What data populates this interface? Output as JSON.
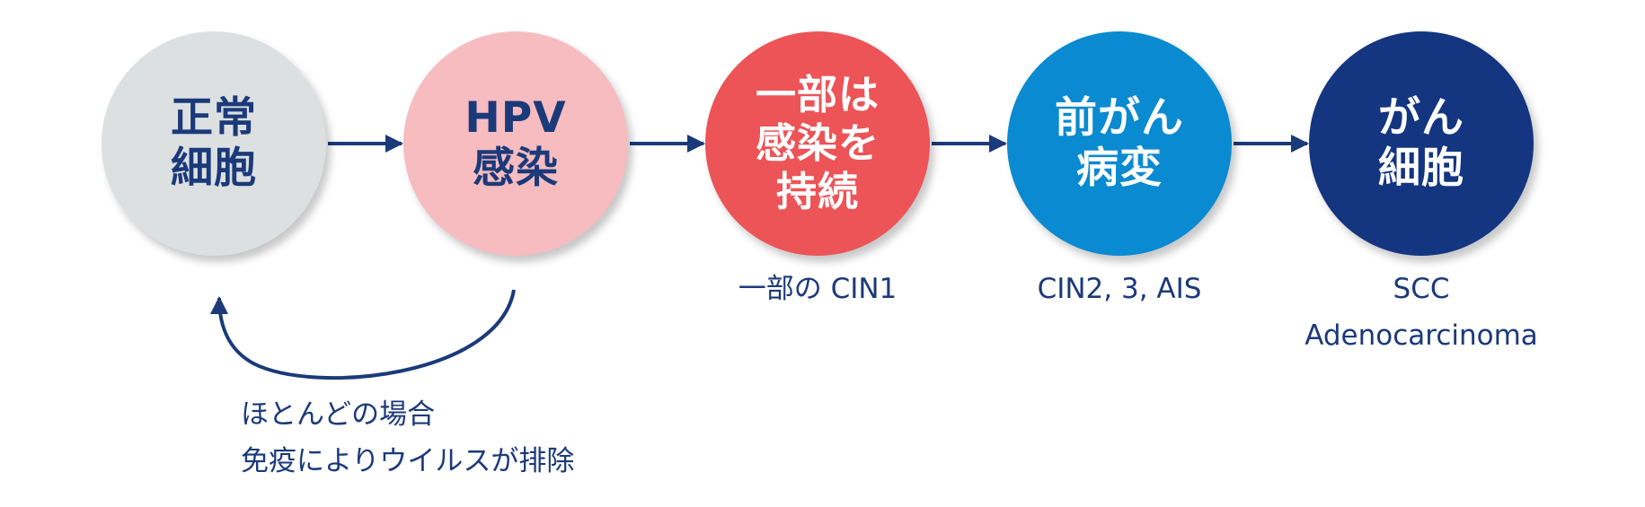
{
  "colors": {
    "arrow": "#1b3a7a",
    "text_dark": "#1b3a7a",
    "text_light": "#ffffff"
  },
  "stages": [
    {
      "lines": [
        "正常",
        "細胞"
      ],
      "bg": "#dde0e1",
      "fg": "#1b3a7a",
      "caption_lines": []
    },
    {
      "lines": [
        "HPV",
        "感染"
      ],
      "bg": "#f7bcc0",
      "fg": "#1b3a7a",
      "caption_lines": []
    },
    {
      "lines": [
        "一部は",
        "感染を",
        "持続"
      ],
      "bg": "#ec5457",
      "fg": "#ffffff",
      "caption_lines": [
        "一部の CIN1"
      ]
    },
    {
      "lines": [
        "前がん",
        "病変"
      ],
      "bg": "#0a8ad0",
      "fg": "#ffffff",
      "caption_lines": [
        "CIN2, 3, AIS"
      ]
    },
    {
      "lines": [
        "がん",
        "細胞"
      ],
      "bg": "#143580",
      "fg": "#ffffff",
      "caption_lines": [
        "SCC",
        "Adenocarcinoma"
      ]
    }
  ],
  "return_note": {
    "lines": [
      "ほとんどの場合",
      "免疫によりウイルスが排除"
    ]
  }
}
